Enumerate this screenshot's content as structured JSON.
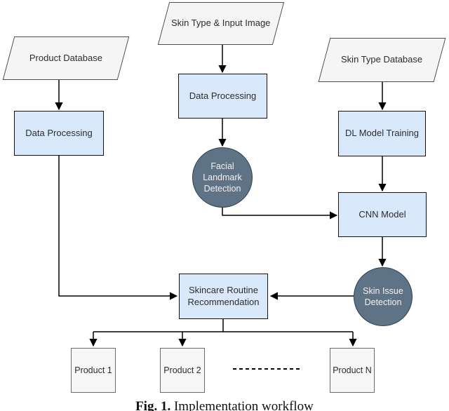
{
  "theme": {
    "para_fill": "#f5f5f5",
    "box_fill": "#dae8fc",
    "circle_fill": "#5f7387",
    "product_fill": "#f7f7f7",
    "edge_color": "#000000"
  },
  "diagram": {
    "nodes": {
      "product_database": {
        "label": "Product Database",
        "shape": "parallelogram"
      },
      "skin_type_input": {
        "label": "Skin Type & Input Image",
        "shape": "parallelogram"
      },
      "skin_type_database": {
        "label": "Skin Type Database",
        "shape": "parallelogram"
      },
      "data_processing_left": {
        "label": "Data Processing",
        "shape": "rect"
      },
      "data_processing_mid": {
        "label": "Data Processing",
        "shape": "rect"
      },
      "dl_model_training": {
        "label": "DL Model Training",
        "shape": "rect"
      },
      "facial_landmark": {
        "label": "Facial Landmark Detection",
        "shape": "circle"
      },
      "cnn_model": {
        "label": "CNN Model",
        "shape": "rect"
      },
      "skin_issue": {
        "label": "Skin Issue Detection",
        "shape": "circle"
      },
      "skincare_routine": {
        "label": "Skincare Routine Recommendation",
        "shape": "rect"
      },
      "product_1": {
        "label": "Product 1",
        "shape": "rect"
      },
      "product_2": {
        "label": "Product 2",
        "shape": "rect"
      },
      "product_n": {
        "label": "Product N",
        "shape": "rect"
      }
    },
    "edges": [
      "Product Database -> Data Processing (left)",
      "Skin Type & Input Image -> Data Processing (middle)",
      "Skin Type Database -> DL Model Training",
      "Data Processing (middle) -> Facial Landmark Detection",
      "DL Model Training -> CNN Model",
      "Facial Landmark Detection -> CNN Model",
      "CNN Model -> Skin Issue Detection",
      "Skin Issue Detection -> Skincare Routine Recommendation",
      "Data Processing (left) -> Skincare Routine Recommendation",
      "Skincare Routine Recommendation -> Product 1",
      "Skincare Routine Recommendation -> Product 2",
      "Skincare Routine Recommendation -> Product N"
    ]
  },
  "caption": {
    "prefix": "Fig. 1.",
    "text": "Implementation workflow"
  }
}
